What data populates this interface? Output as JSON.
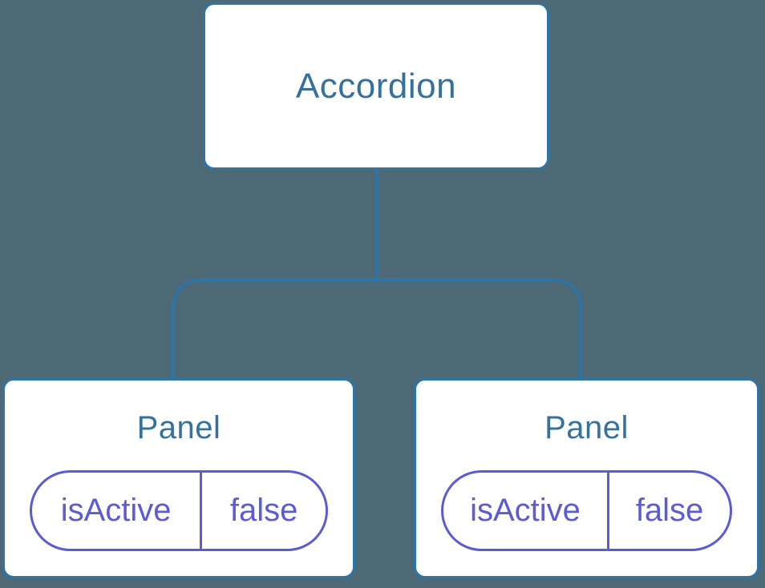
{
  "colors": {
    "background": "#4d6976",
    "edge": "#2e74a6",
    "box-bg": "#ffffff",
    "box-border": "#2e74a6",
    "title-text": "#35719f",
    "state": "#5b5bd6"
  },
  "tree": {
    "root": {
      "label": "Accordion"
    },
    "children": [
      {
        "label": "Panel",
        "state": {
          "name": "isActive",
          "value": "false"
        }
      },
      {
        "label": "Panel",
        "state": {
          "name": "isActive",
          "value": "false"
        }
      }
    ]
  }
}
